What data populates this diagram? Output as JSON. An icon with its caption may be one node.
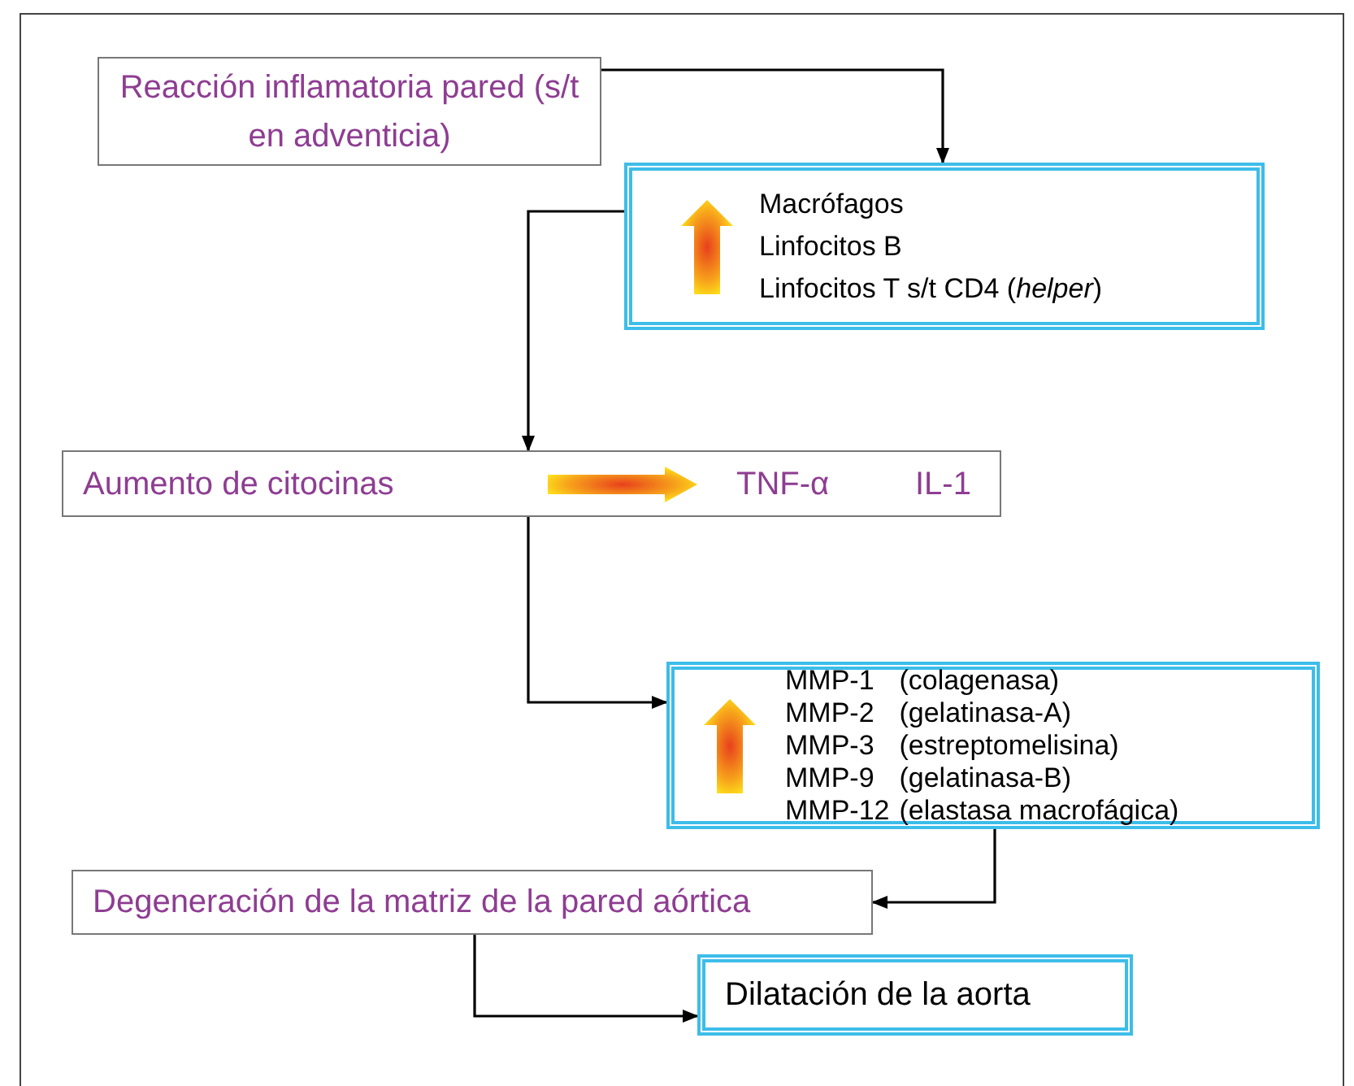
{
  "diagram": {
    "nodes": [
      {
        "text": [
          "Reacción inflamatoria pared (s/t en adventicia)"
        ]
      },
      {
        "text": [
          "Macrófagos",
          "Linfocitos B",
          "Linfocitos T s/t CD4 (*helper*)"
        ]
      },
      {
        "text": [
          "Aumento de citocinas",
          "TNF-α",
          "IL-1"
        ]
      },
      {
        "text": [
          "MMP-1",
          "(colagenasa)",
          "MMP-2",
          "(gelatinasa-A)",
          "MMP-3",
          "(estreptomelisina)",
          "MMP-9",
          "(gelatinasa-B)",
          "MMP-12",
          "(elastasa macrofágica)"
        ]
      },
      {
        "text": [
          "Degeneración de la matriz de la pared aórtica"
        ]
      },
      {
        "text": [
          "Dilatación de la aorta"
        ]
      }
    ],
    "edges": [
      {
        "from": 0,
        "to": 1,
        "arrow": "to"
      },
      {
        "from": 1,
        "to": 2,
        "arrow": "to"
      },
      {
        "from": 2,
        "to": 3,
        "arrow": "to"
      },
      {
        "from": 3,
        "to": 4,
        "arrow": "to"
      },
      {
        "from": 4,
        "to": 5,
        "arrow": "to"
      }
    ]
  }
}
